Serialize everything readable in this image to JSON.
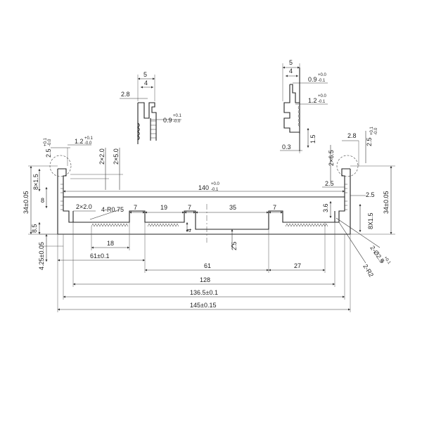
{
  "dims": {
    "d_5_left": "5",
    "d_4_left": "4",
    "d_2_8_left": "2.8",
    "d_0_9_left": "0.9",
    "d_0_9_left_tol_up": "+0.1",
    "d_0_9_left_tol_lo": "-0.0",
    "d_5_right": "5",
    "d_4_right": "4",
    "d_0_9_right": "0.9",
    "d_0_9_right_tol_up": "+0.0",
    "d_0_9_right_tol_lo": "-0.1",
    "d_1_2_right": "1.2",
    "d_1_2_right_tol_up": "+0.0",
    "d_1_2_right_tol_lo": "-0.1",
    "d_0_3": "0.3",
    "d_1_5_right_detail": "1.5",
    "d_2_5_left_top": "2.5",
    "d_2_5_left_top_tol_up": "+0.1",
    "d_2_5_left_top_tol_lo": "-0.0",
    "d_1_2_left_top": "1.2",
    "d_1_2_left_top_tol_up": "+0.1",
    "d_1_2_left_top_tol_lo": "-0.0",
    "d_2x2_0_vert": "2×2.0",
    "d_2x5_0": "2×5.0",
    "d_8x1_5_left": "8×1.5",
    "d_8_left": "8",
    "d_34_left": "34±0.05",
    "d_2x2_0_horiz": "2×2.0",
    "d_4_r0_75": "4-R0.75",
    "d_7_a": "7",
    "d_19": "19",
    "d_7_b": "7",
    "d_35": "35",
    "d_7_c": "7",
    "d_140": "140",
    "d_140_tol_up": "+0.0",
    "d_140_tol_lo": "-0.1",
    "d_8_5": "8.5",
    "d_4_25": "4.25±0.05",
    "d_18": "18",
    "d_4_small": "4",
    "d_2_5_mid": "2.5",
    "d_61_01": "61±0.1",
    "d_61": "61",
    "d_27": "27",
    "d_128": "128",
    "d_136_5": "136.5±0.1",
    "d_145": "145±0.15",
    "d_3_6": "3.6",
    "d_2_8_right_top": "2.8",
    "d_2_5_right_top": "2.5",
    "d_2_5_right_top_tol_up": "+0.1",
    "d_2_5_right_top_tol_lo": "-0.0",
    "d_2x6_5": "2×6.5",
    "d_2_5_right_a": "2.5",
    "d_2_5_right_b": "2.5",
    "d_8x1_5_right": "8X1.5",
    "d_34_right": "34±0.05",
    "d_2_phi2_5": "2-Ø2.5",
    "d_2_phi2_5_tol_up": "+0.1",
    "d_2_phi2_5_tol_lo": "-0",
    "d_2_r2": "2-R2"
  }
}
